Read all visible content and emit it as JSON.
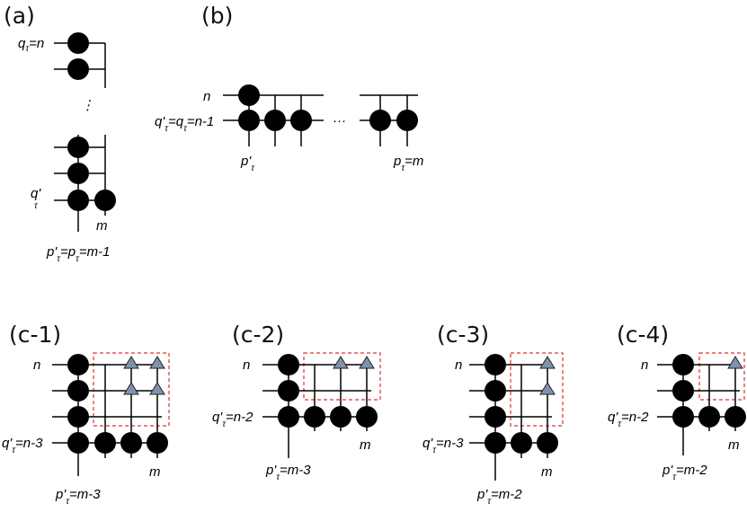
{
  "colors": {
    "dot": "#000000",
    "triangle": "#7f92aa",
    "dashed_box": "#e03030"
  },
  "panel_a": {
    "label": "(a)",
    "top": "q",
    "top_sub": "τ",
    "top_suffix": "=n",
    "ellipsis": "⋮",
    "mid": "q'",
    "mid_sub": "τ",
    "right": "m",
    "bottom1": "p'",
    "bottom1_sub": "τ",
    "bottom2": "=p",
    "bottom2_sub": "τ",
    "bottom_suffix": "=m-1"
  },
  "panel_b": {
    "label": "(b)",
    "top": "n",
    "left1": "q'",
    "left1_sub": "τ",
    "left2": "=q",
    "left2_sub": "τ",
    "left_suffix": "=n-1",
    "ellipsis": "···",
    "bottom1": "p'",
    "bottom1_sub": "τ",
    "bottom2": "p",
    "bottom2_sub": "τ",
    "bottom2_suffix": "=m"
  },
  "panel_c1": {
    "label": "(c-1)",
    "top": "n",
    "left": "q'",
    "left_sub": "τ",
    "left_suffix": "=n-3",
    "right": "m",
    "bottom": "p'",
    "bottom_sub": "τ",
    "bottom_suffix": "=m-3"
  },
  "panel_c2": {
    "label": "(c-2)",
    "top": "n",
    "left": "q'",
    "left_sub": "τ",
    "left_suffix": "=n-2",
    "right": "m",
    "bottom": "p'",
    "bottom_sub": "τ",
    "bottom_suffix": "=m-3"
  },
  "panel_c3": {
    "label": "(c-3)",
    "top": "n",
    "left": "q'",
    "left_sub": "τ",
    "left_suffix": "=n-3",
    "right": "m",
    "bottom": "p'",
    "bottom_sub": "τ",
    "bottom_suffix": "=m-2"
  },
  "panel_c4": {
    "label": "(c-4)",
    "top": "n",
    "left": "q'",
    "left_sub": "τ",
    "left_suffix": "=n-2",
    "right": "m",
    "bottom": "p'",
    "bottom_sub": "τ",
    "bottom_suffix": "=m-2"
  }
}
